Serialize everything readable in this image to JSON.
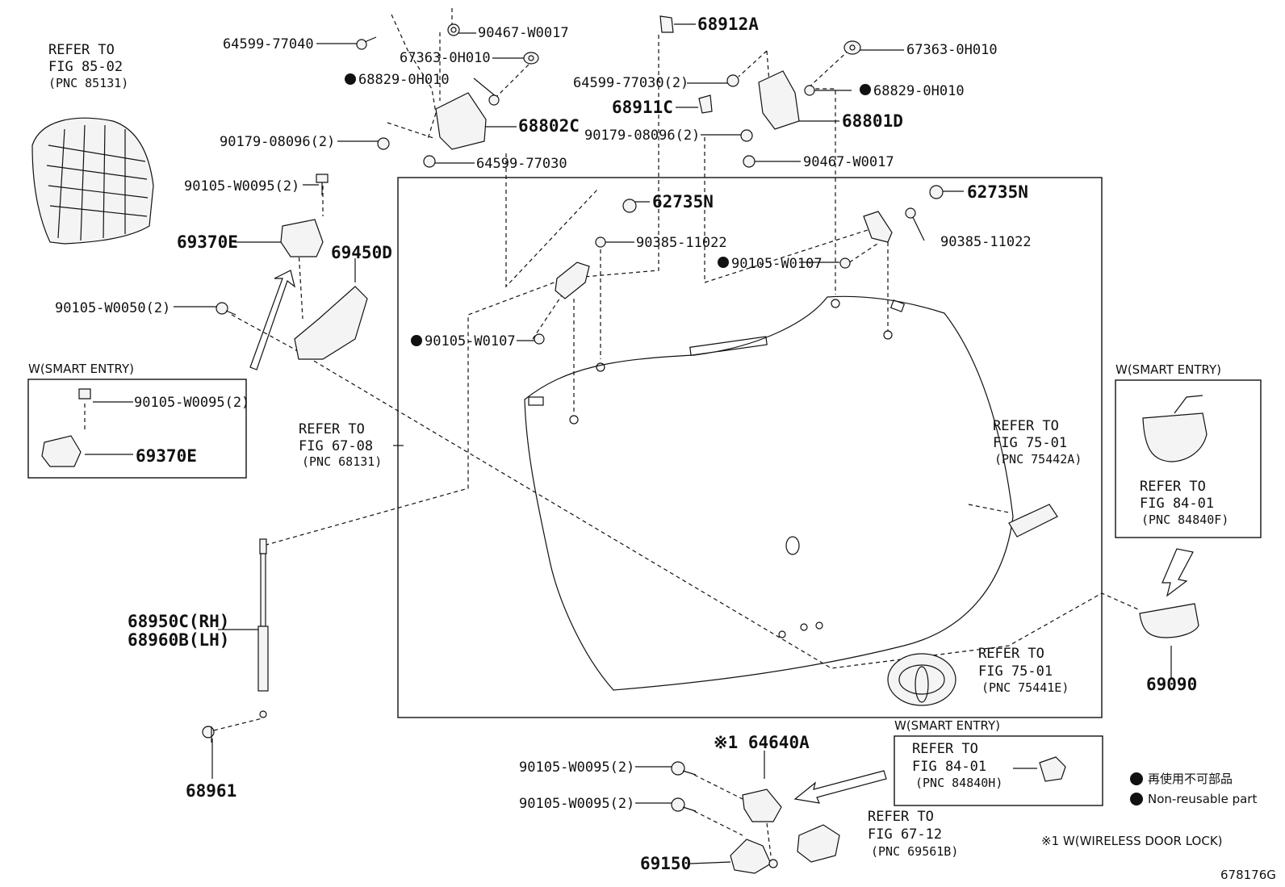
{
  "labels": {
    "p64599_77040": "64599-77040",
    "p90467_w0017_top": "90467-W0017",
    "p68912a": "68912A",
    "p67363_left": "67363-0H010",
    "p67363_right": "67363-0H010",
    "p68829_left": "68829-0H010",
    "p68829_right": "68829-0H010",
    "p68802c": "68802C",
    "p68801d": "68801D",
    "p64599_77030_2": "64599-77030(2)",
    "p68911c": "68911C",
    "p90179_left": "90179-08096(2)",
    "p90179_right": "90179-08096(2)",
    "p64599_77030": "64599-77030",
    "p90467_w0017_right": "90467-W0017",
    "p90105_w0095_2": "90105-W0095(2)",
    "p62735n_left": "62735N",
    "p62735n_right": "62735N",
    "p69370e": "69370E",
    "p69450d": "69450D",
    "p90385_left": "90385-11022",
    "p90385_right": "90385-11022",
    "p90105_w0107_right": "90105-W0107",
    "p90105_w0107_left": "90105-W0107",
    "p90105_w0050_2": "90105-W0050(2)",
    "p90105_w0095_box": "90105-W0095(2)",
    "p69370e_box": "69370E",
    "p68950c": "68950C(RH)",
    "p68960b": "68960B(LH)",
    "p68961": "68961",
    "p69090": "69090",
    "p64640a": "※1 64640A",
    "p90105_w0095_a": "90105-W0095(2)",
    "p90105_w0095_b": "90105-W0095(2)",
    "p69150": "69150",
    "fig_id": "678176G"
  },
  "refs": {
    "r1": {
      "refer": "REFER TO",
      "fig": "FIG 85-02",
      "pnc": "(PNC 85131)"
    },
    "r2": {
      "refer": "REFER TO",
      "fig": "FIG 67-08",
      "pnc": "(PNC 68131)"
    },
    "r3": {
      "refer": "REFER TO",
      "fig": "FIG 75-01",
      "pnc": "(PNC 75442A)"
    },
    "r4": {
      "refer": "REFER TO",
      "fig": "FIG 84-01",
      "pnc": "(PNC 84840F)"
    },
    "r5": {
      "refer": "REFER TO",
      "fig": "FIG 75-01",
      "pnc": "(PNC 75441E)"
    },
    "r6": {
      "refer": "REFER TO",
      "fig": "FIG 84-01",
      "pnc": "(PNC 84840H)"
    },
    "r7": {
      "refer": "REFER TO",
      "fig": "FIG 67-12",
      "pnc": "(PNC 69561B)"
    }
  },
  "boxes": {
    "smart_left": "W(SMART ENTRY)",
    "smart_right": "W(SMART ENTRY)",
    "smart_bottom": "W(SMART ENTRY)"
  },
  "legend": {
    "jp": "再使用不可部品",
    "en": "Non-reusable part",
    "note1": "※1 W(WIRELESS DOOR LOCK)"
  }
}
